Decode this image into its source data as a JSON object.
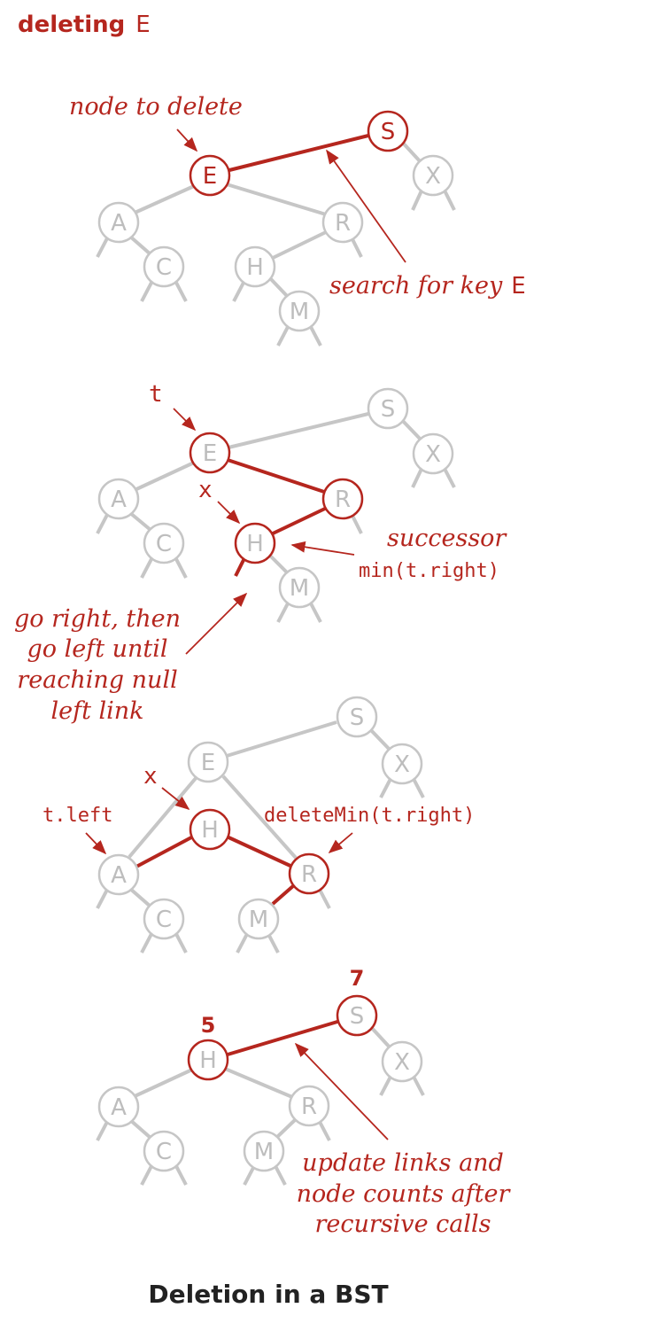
{
  "colors": {
    "red": "#b5261e",
    "gray": "#c6c6c6",
    "grayText": "#bdbdbd",
    "black": "#222222"
  },
  "header": {
    "prefix": "deleting",
    "key": "E"
  },
  "caption": "Deletion in a BST",
  "panels": [
    {
      "nodes": [
        {
          "id": "S",
          "label": "S",
          "highlight": true
        },
        {
          "id": "E",
          "label": "E",
          "highlight": true
        },
        {
          "id": "X",
          "label": "X",
          "highlight": false
        },
        {
          "id": "A",
          "label": "A",
          "highlight": false
        },
        {
          "id": "R",
          "label": "R",
          "highlight": false
        },
        {
          "id": "C",
          "label": "C",
          "highlight": false
        },
        {
          "id": "H",
          "label": "H",
          "highlight": false
        },
        {
          "id": "M",
          "label": "M",
          "highlight": false
        }
      ],
      "annotations": {
        "node_to_delete": "node to delete",
        "search_for_key": "search for key",
        "search_key": "E"
      }
    },
    {
      "nodes": [
        {
          "id": "S",
          "label": "S",
          "highlight": false
        },
        {
          "id": "E",
          "label": "E",
          "highlight": true
        },
        {
          "id": "X",
          "label": "X",
          "highlight": false
        },
        {
          "id": "A",
          "label": "A",
          "highlight": false
        },
        {
          "id": "R",
          "label": "R",
          "highlight": true
        },
        {
          "id": "C",
          "label": "C",
          "highlight": false
        },
        {
          "id": "H",
          "label": "H",
          "highlight": true
        },
        {
          "id": "M",
          "label": "M",
          "highlight": false
        }
      ],
      "annotations": {
        "t": "t",
        "x": "x",
        "successor": "successor",
        "min_call": "min(t.right)",
        "go_right_lines": [
          "go right, then",
          "go left until",
          "reaching null",
          "left link"
        ]
      }
    },
    {
      "nodes": [
        {
          "id": "S",
          "label": "S",
          "highlight": false
        },
        {
          "id": "E",
          "label": "E",
          "highlight": false
        },
        {
          "id": "X",
          "label": "X",
          "highlight": false
        },
        {
          "id": "H",
          "label": "H",
          "highlight": true
        },
        {
          "id": "A",
          "label": "A",
          "highlight": false
        },
        {
          "id": "R",
          "label": "R",
          "highlight": true
        },
        {
          "id": "C",
          "label": "C",
          "highlight": false
        },
        {
          "id": "M",
          "label": "M",
          "highlight": false
        }
      ],
      "annotations": {
        "x": "x",
        "t_left": "t.left",
        "delete_min": "deleteMin(t.right)"
      }
    },
    {
      "nodes": [
        {
          "id": "S",
          "label": "S",
          "highlight": true
        },
        {
          "id": "H",
          "label": "H",
          "highlight": true
        },
        {
          "id": "X",
          "label": "X",
          "highlight": false
        },
        {
          "id": "A",
          "label": "A",
          "highlight": false
        },
        {
          "id": "R",
          "label": "R",
          "highlight": false
        },
        {
          "id": "C",
          "label": "C",
          "highlight": false
        },
        {
          "id": "M",
          "label": "M",
          "highlight": false
        }
      ],
      "annotations": {
        "count_S": "7",
        "count_H": "5",
        "update_lines": [
          "update links and",
          "node counts after",
          "recursive calls"
        ]
      }
    }
  ]
}
